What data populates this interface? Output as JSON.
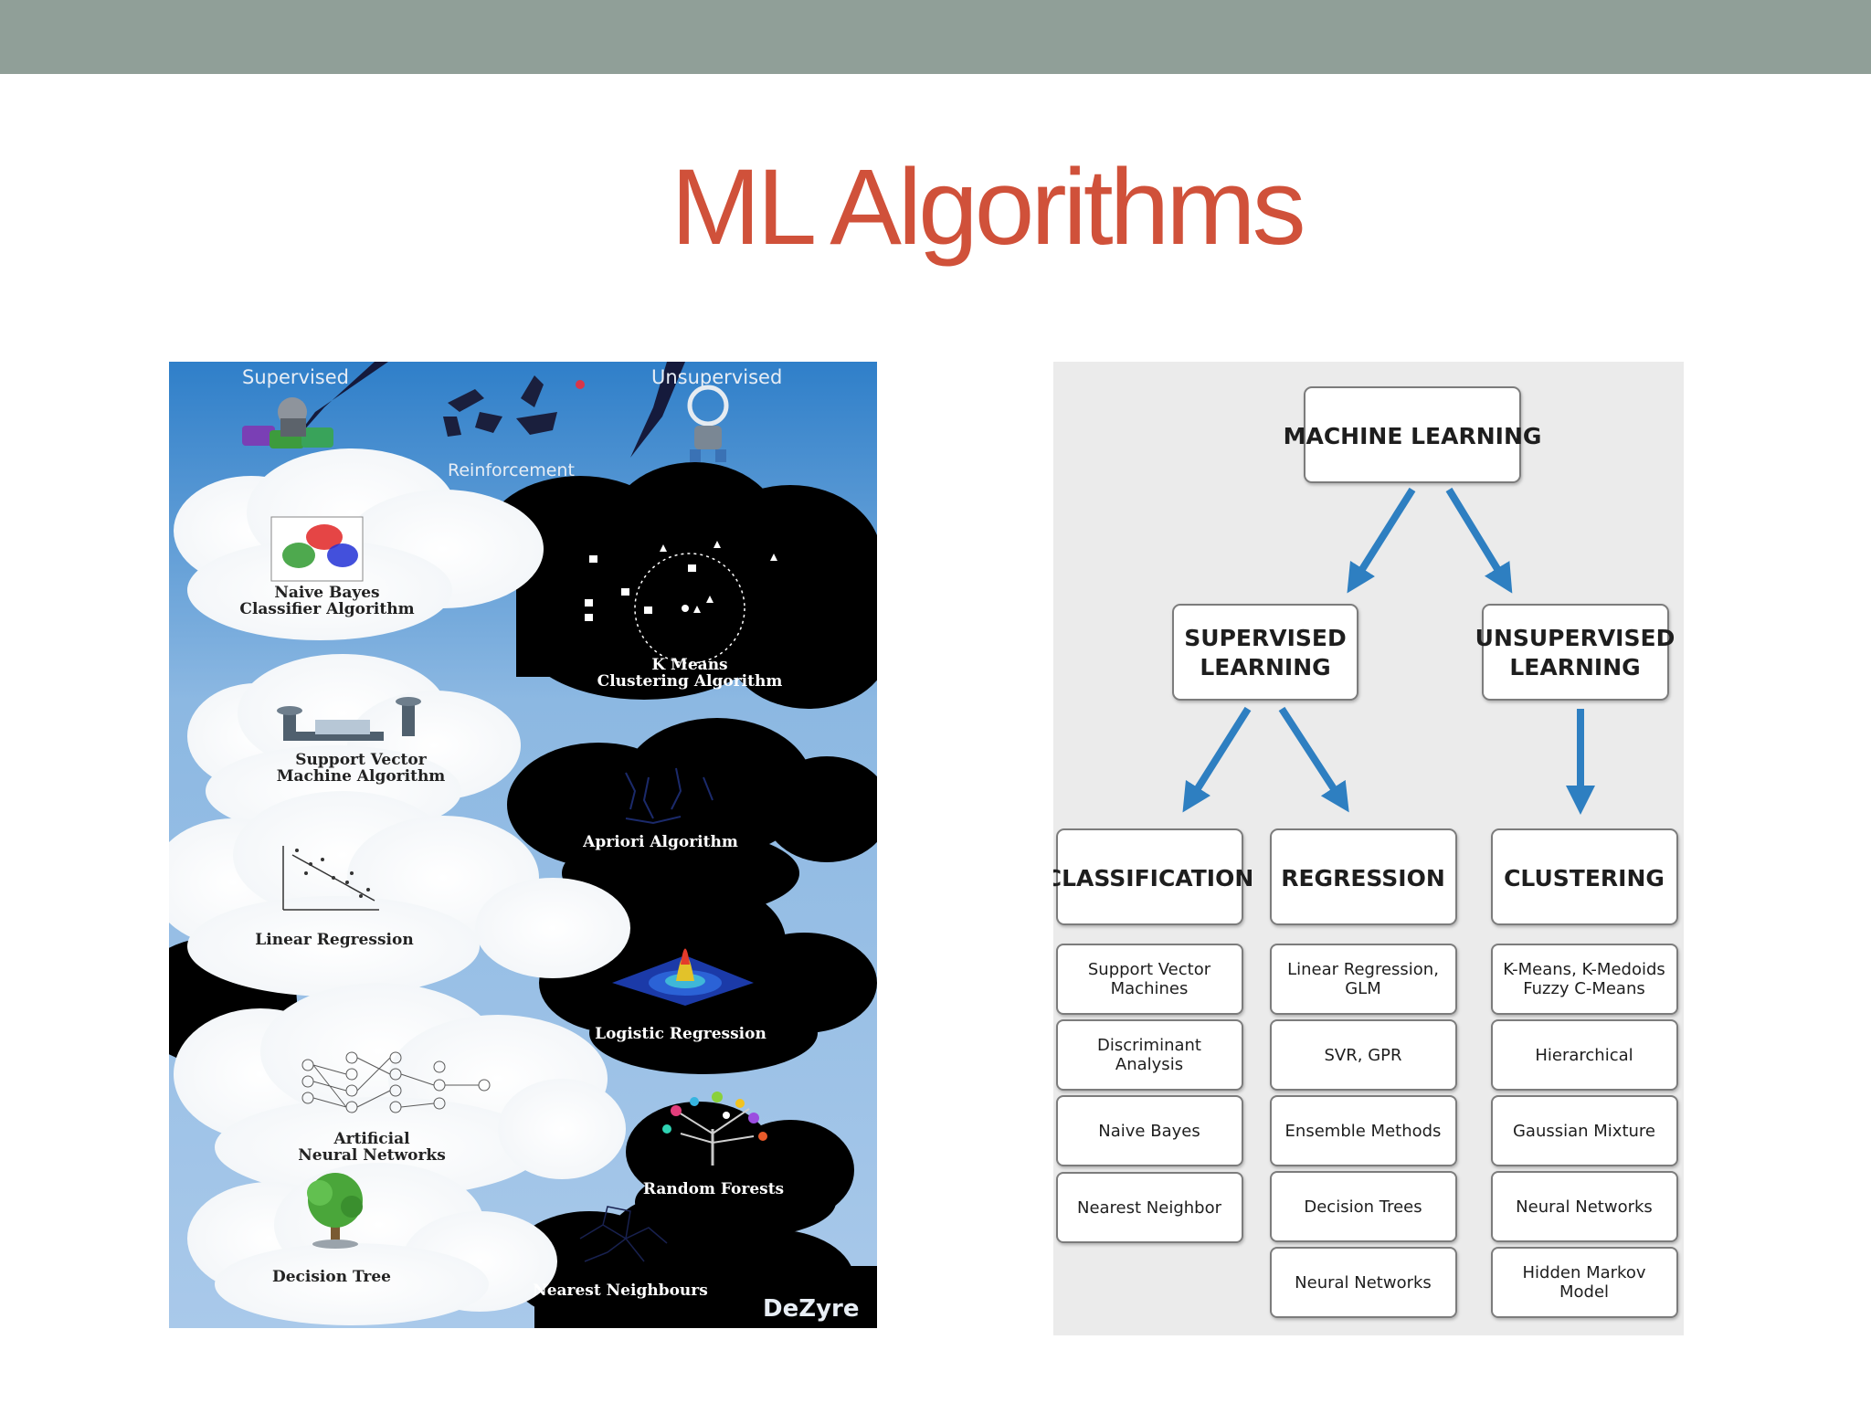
{
  "slide": {
    "title": "ML Algorithms"
  },
  "infographic": {
    "categories": {
      "supervised": "Supervised",
      "unsupervised": "Unsupervised",
      "reinforcement": "Reinforcement"
    },
    "algorithms": {
      "naive_bayes": [
        "Naive Bayes",
        "Classifier Algorithm"
      ],
      "k_means": [
        "K Means",
        "Clustering Algorithm"
      ],
      "svm": [
        "Support Vector",
        "Machine Algorithm"
      ],
      "apriori": [
        "Apriori Algorithm"
      ],
      "linear_regression": [
        "Linear Regression"
      ],
      "logistic_regression": [
        "Logistic Regression"
      ],
      "ann": [
        "Artificial",
        "Neural Networks"
      ],
      "random_forests": [
        "Random Forests"
      ],
      "decision_tree": [
        "Decision Tree"
      ],
      "nearest_neighbours": [
        "Nearest Neighbours"
      ]
    },
    "brand": "DeZyre"
  },
  "tree": {
    "root": "MACHINE LEARNING",
    "supervised": [
      "SUPERVISED",
      "LEARNING"
    ],
    "unsupervised": [
      "UNSUPERVISED",
      "LEARNING"
    ],
    "columns": [
      {
        "title": "CLASSIFICATION",
        "items": [
          [
            "Support Vector",
            "Machines"
          ],
          [
            "Discriminant",
            "Analysis"
          ],
          [
            "Naive Bayes"
          ],
          [
            "Nearest Neighbor"
          ]
        ]
      },
      {
        "title": "REGRESSION",
        "items": [
          [
            "Linear Regression,",
            "GLM"
          ],
          [
            "SVR, GPR"
          ],
          [
            "Ensemble Methods"
          ],
          [
            "Decision Trees"
          ],
          [
            "Neural Networks"
          ]
        ]
      },
      {
        "title": "CLUSTERING",
        "items": [
          [
            "K-Means, K-Medoids",
            "Fuzzy C-Means"
          ],
          [
            "Hierarchical"
          ],
          [
            "Gaussian Mixture"
          ],
          [
            "Neural Networks"
          ],
          [
            "Hidden Markov",
            "Model"
          ]
        ]
      }
    ],
    "colors": {
      "arrow": "#2e7fc1",
      "box_border": "#7b7b7b",
      "box_fill": "#ffffff"
    }
  }
}
